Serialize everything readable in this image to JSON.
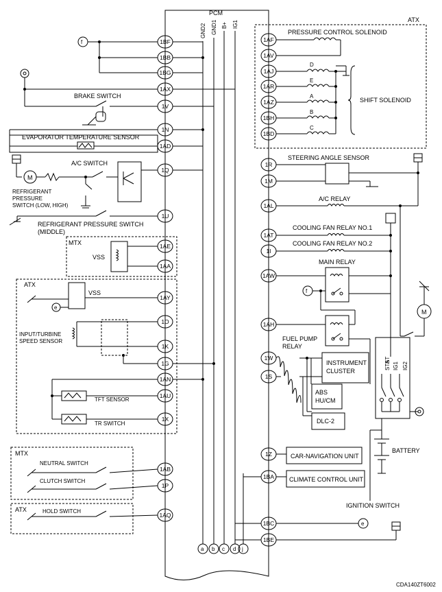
{
  "pcm": {
    "title": "PCM",
    "bus_labels": [
      "GND2",
      "GND1",
      "B+",
      "IG1"
    ],
    "bottom_terminals": [
      "a",
      "b",
      "c",
      "d",
      "j"
    ]
  },
  "left_pins": [
    "1BF",
    "1BB",
    "1BG",
    "1AX",
    "1V",
    "1N",
    "1AD",
    "1Q",
    "1U",
    "1AE",
    "1AA",
    "1AY",
    "1O",
    "1K",
    "1G",
    "1AN",
    "1AU",
    "1X",
    "1AB",
    "1P",
    "1AQ"
  ],
  "right_pins": [
    "1AF",
    "1AV",
    "1AJ",
    "1AR",
    "1AZ",
    "1BH",
    "1BD",
    "1R",
    "1M",
    "1AL",
    "1AT",
    "1I",
    "1AW",
    "1AH",
    "1W",
    "1S",
    "1Z",
    "1BA",
    "1BC",
    "1BE"
  ],
  "labels": {
    "f_left": "f",
    "brake_switch": "BRAKE SWITCH",
    "evap_sensor": "EVAPORATOR TEMPERATURE SENSOR",
    "ac_switch": "A/C SWITCH",
    "motor_m": "M",
    "refrig_switch": [
      "REFRIGERANT",
      "PRESSURE",
      "SWITCH (LOW, HIGH)"
    ],
    "refrig_middle": [
      "REFRIGERANT PRESSURE SWITCH",
      "(MIDDLE)"
    ],
    "mtx_1": "MTX",
    "vss_1": "VSS",
    "atx_1": "ATX",
    "vss_2": "VSS",
    "e_left": "e",
    "input_turbine": [
      "INPUT/TURBINE",
      "SPEED SENSOR"
    ],
    "tft_sensor": "TFT SENSOR",
    "tr_switch": "TR SWITCH",
    "mtx_2": "MTX",
    "neutral_switch": "NEUTRAL SWITCH",
    "clutch_switch": "CLUTCH SWITCH",
    "atx_2": "ATX",
    "hold_switch": "HOLD SWITCH",
    "atx_right": "ATX",
    "pressure_solenoid": "PRESSURE CONTROL SOLENOID",
    "shift_letters": [
      "D",
      "E",
      "A",
      "B",
      "C"
    ],
    "shift_solenoid": "SHIFT SOLENOID",
    "steering_angle": "STEERING ANGLE SENSOR",
    "ac_relay": "A/C RELAY",
    "fan_relay_1": "COOLING FAN RELAY NO.1",
    "fan_relay_2": "COOLING FAN RELAY NO.2",
    "main_relay": "MAIN RELAY",
    "f_right": "f",
    "fuel_pump_relay": [
      "FUEL PUMP",
      "RELAY"
    ],
    "motor_m2": "M",
    "instrument_cluster": [
      "INSTRUMENT",
      "CLUSTER"
    ],
    "abs": [
      "ABS",
      "HU/CM"
    ],
    "dlc": "DLC-2",
    "ign_terms": [
      "ST",
      "STA",
      "IG1",
      "IG2"
    ],
    "battery": "BATTERY",
    "car_nav": "CAR-NAVIGATION UNIT",
    "climate": "CLIMATE CONTROL UNIT",
    "ignition_switch": "IGNITION SWITCH",
    "e_right": "e",
    "code": "CDA140ZT6002"
  }
}
